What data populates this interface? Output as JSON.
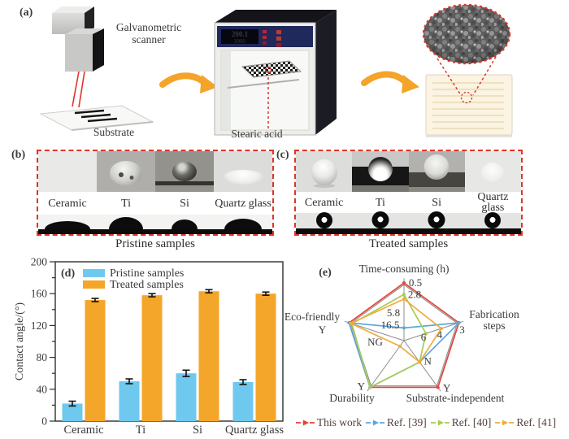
{
  "figure": {
    "panel_labels": {
      "a": "(a)",
      "b": "(b)",
      "c": "(c)",
      "d": "(d)",
      "e": "(e)"
    }
  },
  "panel_a": {
    "scanner_label": [
      "Galvanometric",
      "scanner"
    ],
    "substrate_label": "Substrate",
    "stearic_label": "Stearic acid",
    "oven_display": [
      "200.1",
      "2000"
    ]
  },
  "panel_b": {
    "samples": [
      "Ceramic",
      "Ti",
      "Si",
      "Quartz glass"
    ],
    "caption": "Pristine samples"
  },
  "panel_c": {
    "samples": [
      "Ceramic",
      "Ti",
      "Si",
      "Quartz glass"
    ],
    "caption": "Treated samples"
  },
  "colors": {
    "dashed_red": "#e03428",
    "bar_pristine_blue": "#6fc8ee",
    "bar_treated_orange": "#f4a62a",
    "radar_red": "#e2453a",
    "radar_blue": "#57a9dc",
    "radar_green": "#a8cc56",
    "radar_orange": "#f2ab3c"
  },
  "chart_data": [
    {
      "type": "bar",
      "panel_label": "(d)",
      "categories": [
        "Ceramic",
        "Ti",
        "Si",
        "Quartz glass"
      ],
      "series": [
        {
          "name": "Pristine samples",
          "color": "#6fc8ee",
          "values": [
            22,
            50,
            60,
            49
          ],
          "errors": [
            3,
            3,
            4,
            3
          ]
        },
        {
          "name": "Treated samples",
          "color": "#f4a62a",
          "values": [
            152,
            158,
            163,
            160
          ],
          "errors": [
            2,
            2,
            2,
            2
          ]
        }
      ],
      "ylabel": "Contact angle/(°)",
      "ylim": [
        0,
        200
      ],
      "yticks": [
        0,
        40,
        80,
        120,
        160,
        200
      ],
      "minor_step": 20,
      "grid": false,
      "legend_position": "top-left"
    },
    {
      "type": "radar",
      "panel_label": "(e)",
      "axes": [
        {
          "label": [
            "Time-consuming (h)"
          ],
          "ticks": [
            {
              "label": "0.5",
              "f": 1.0,
              "dx": 14,
              "dy": 4
            },
            {
              "label": "2.8",
              "f": 0.78,
              "dx": 13,
              "dy": 3
            },
            {
              "label": "5.8",
              "f": 0.45,
              "dx": -13,
              "dy": 2
            },
            {
              "label": "16.5",
              "f": 0.24,
              "dx": -17,
              "dy": 2
            }
          ]
        },
        {
          "label": [
            "Fabrication",
            "steps"
          ],
          "ticks": [
            {
              "label": "3",
              "f": 1.0,
              "dx": 4,
              "dy": 13
            },
            {
              "label": "4",
              "f": 0.68,
              "dx": -2,
              "dy": 12
            },
            {
              "label": "6",
              "f": 0.4,
              "dx": -3,
              "dy": 9
            }
          ]
        },
        {
          "label": [
            "Substrate-independent"
          ],
          "ticks": [
            {
              "label": "Y",
              "f": 1.0,
              "dx": 11,
              "dy": 5
            },
            {
              "label": "N",
              "f": 0.46,
              "dx": 10,
              "dy": 3
            }
          ]
        },
        {
          "label": [
            "Durability"
          ],
          "ticks": [
            {
              "label": "Y",
              "f": 1.0,
              "dx": -11,
              "dy": 3
            },
            {
              "label": "NG",
              "f": 0.54,
              "dx": -13,
              "dy": -25
            }
          ]
        },
        {
          "label": [
            "Eco-friendly"
          ],
          "ticks": [
            {
              "label": "Y",
              "f": 1.0,
              "dx": -33,
              "dy": 13
            }
          ]
        }
      ],
      "series": [
        {
          "name": "This work",
          "color": "#e2453a",
          "values": [
            "0.5",
            "3",
            "Y",
            "Y",
            "Y"
          ],
          "fractions": [
            1.0,
            1.0,
            1.0,
            1.0,
            1.0
          ]
        },
        {
          "name": "Ref. [39]",
          "color": "#57a9dc",
          "values": [
            "16.5",
            "3",
            "N",
            "Y",
            "Y"
          ],
          "fractions": [
            0.22,
            1.0,
            0.46,
            1.0,
            1.0
          ]
        },
        {
          "name": "Ref. [40]",
          "color": "#a8cc56",
          "values": [
            "2.8",
            "6",
            "N",
            "Y",
            "Y"
          ],
          "fractions": [
            0.8,
            0.4,
            0.46,
            1.0,
            0.95
          ]
        },
        {
          "name": "Ref. [41]",
          "color": "#f2ab3c",
          "values": [
            "5.8",
            "4",
            "N",
            "NG",
            "Y"
          ],
          "fractions": [
            0.72,
            0.68,
            0.46,
            0.12,
            0.97
          ]
        }
      ],
      "legend_position": "bottom"
    }
  ]
}
